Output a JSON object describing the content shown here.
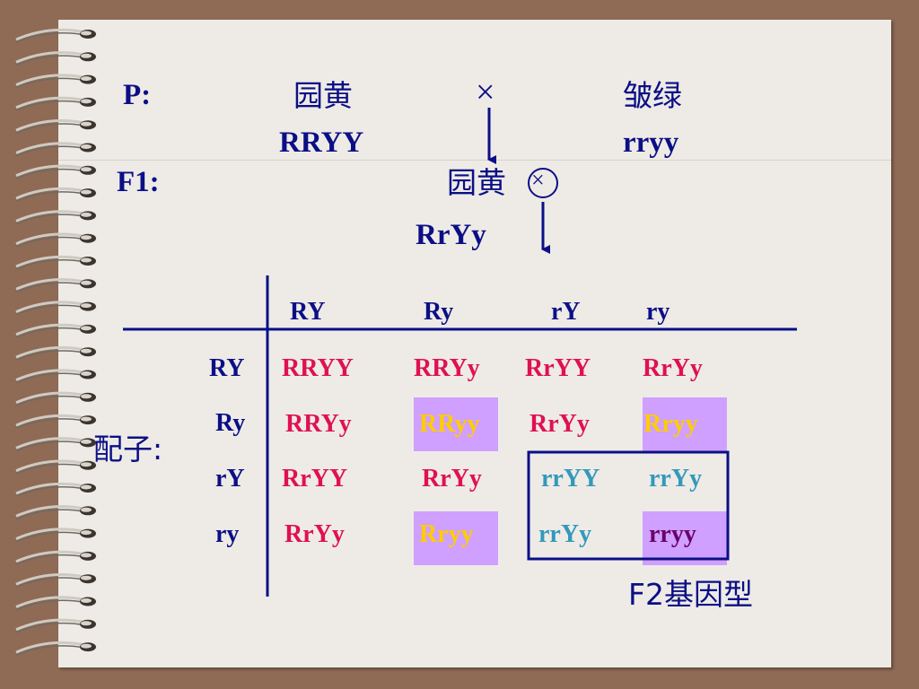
{
  "parents": {
    "label": "P:",
    "mother_phenotype": "园黄",
    "mother_genotype": "RRYY",
    "cross_symbol": "×",
    "father_phenotype": "皱绿",
    "father_genotype": "rryy"
  },
  "f1": {
    "label": "F1:",
    "phenotype": "园黄",
    "genotype": "RrYy",
    "self_cross_symbol": "⊗"
  },
  "punnett": {
    "side_label": "配子:",
    "col_headers": [
      "RY",
      "Ry",
      "rY",
      "ry"
    ],
    "rows": [
      {
        "header": "RY",
        "cells": [
          "RRYY",
          "RRYy",
          "RrYY",
          "RrYy"
        ]
      },
      {
        "header": "Ry",
        "cells": [
          "RRYy",
          "RRyy",
          "RrYy",
          "Rryy"
        ]
      },
      {
        "header": "rY",
        "cells": [
          "RrYY",
          "RrYy",
          "rrYY",
          "rrYy"
        ]
      },
      {
        "header": "ry",
        "cells": [
          "RrYy",
          "Rryy",
          "rrYy",
          "rryy"
        ]
      }
    ],
    "footer_label": "F2基因型"
  },
  "colors": {
    "navy": "#0b0f86",
    "red_genotype": "#e01054",
    "yellow_genotype": "#ffcc00",
    "teal_genotype": "#3399bb",
    "purple_genotype": "#6a006a",
    "highlight": "#cfa0ff"
  }
}
